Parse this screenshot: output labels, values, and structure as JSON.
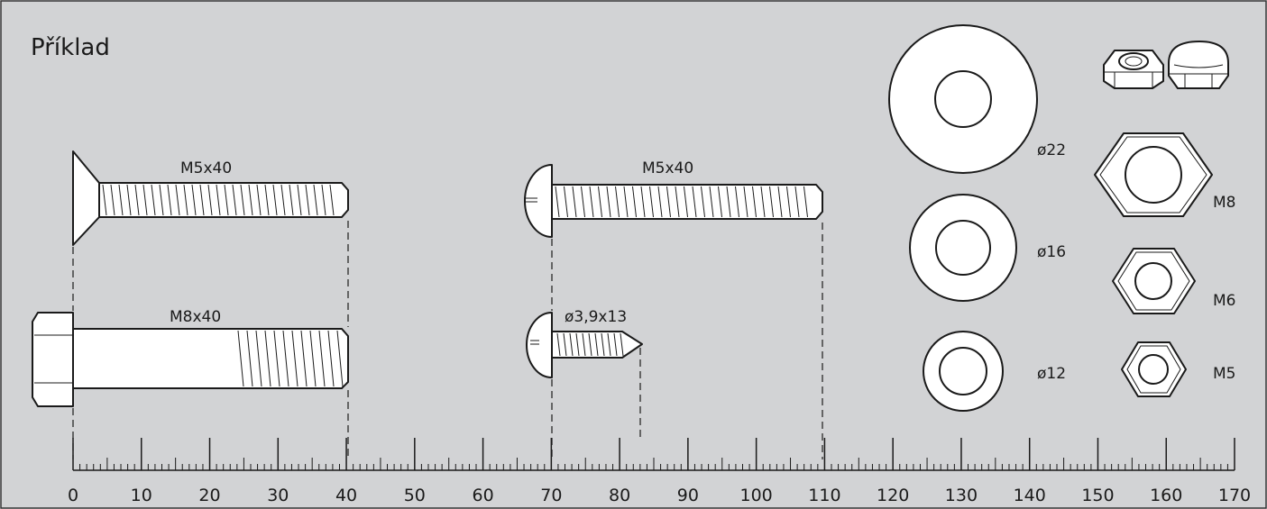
{
  "title": "Příklad",
  "background_color": "#d2d3d5",
  "line_color": "#1a1a1a",
  "part_fill": "#ffffff",
  "items": {
    "countersunk_bolt_label": "M5x40",
    "round_head_bolt_label": "M5x40",
    "hex_bolt_label": "M8x40",
    "screw_label": "ø3,9x13",
    "washer_22_label": "ø22",
    "washer_16_label": "ø16",
    "washer_12_label": "ø12",
    "nut_m8_label": "M8",
    "nut_m6_label": "M6",
    "nut_m5_label": "M5"
  },
  "ruler": {
    "min": 0,
    "max": 170,
    "major_step": 10,
    "labels": [
      "0",
      "10",
      "20",
      "30",
      "40",
      "50",
      "60",
      "70",
      "80",
      "90",
      "100",
      "110",
      "120",
      "130",
      "140",
      "150",
      "160",
      "170"
    ]
  }
}
